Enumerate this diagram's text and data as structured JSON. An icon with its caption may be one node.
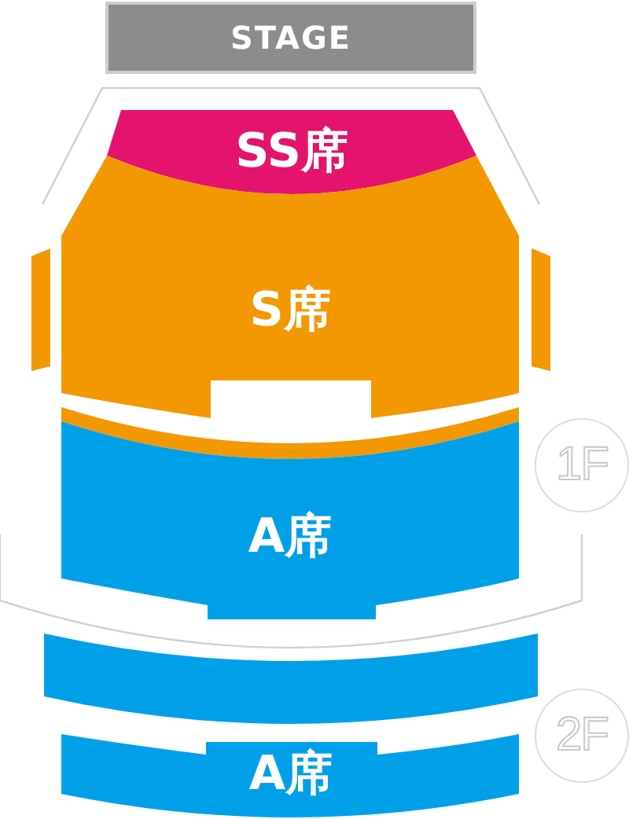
{
  "diagram": {
    "nodes": [
      {
        "text": [
          "STAGE"
        ]
      },
      {
        "text": [
          "SS席"
        ]
      },
      {
        "text": [
          "S席"
        ]
      },
      {
        "text": [],
        "shape": "box"
      },
      {
        "text": [],
        "shape": "box"
      },
      {
        "text": [
          "A席"
        ]
      },
      {
        "text": [
          "1F"
        ]
      },
      {
        "text": [
          "A席"
        ]
      },
      {
        "text": [
          "2F"
        ]
      }
    ]
  }
}
